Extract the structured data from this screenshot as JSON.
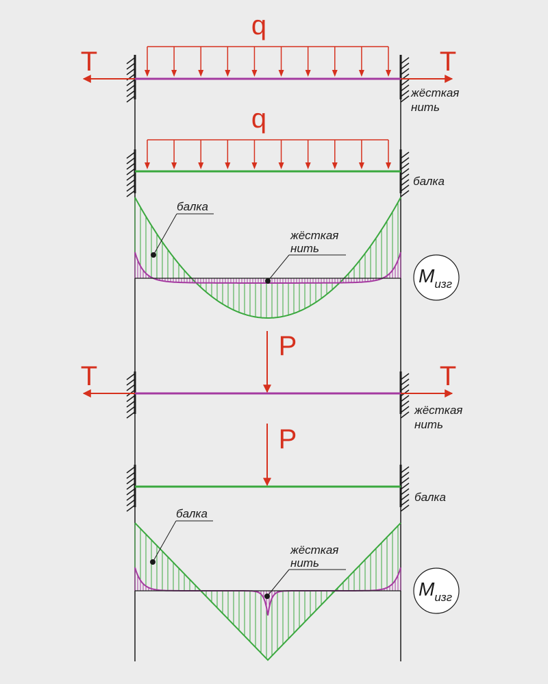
{
  "labels": {
    "q": "q",
    "T": "T",
    "P": "P",
    "thread_line1": "жёсткая",
    "thread_line2": "нить",
    "beam": "балка",
    "moment_M": "M",
    "moment_sub": "изг"
  },
  "colors": {
    "load": "#d6311e",
    "thread": "#a43aa0",
    "beam": "#3aa83e",
    "line": "#1a1a1a",
    "background": "#ececec",
    "circle_fill": "#ffffff"
  }
}
